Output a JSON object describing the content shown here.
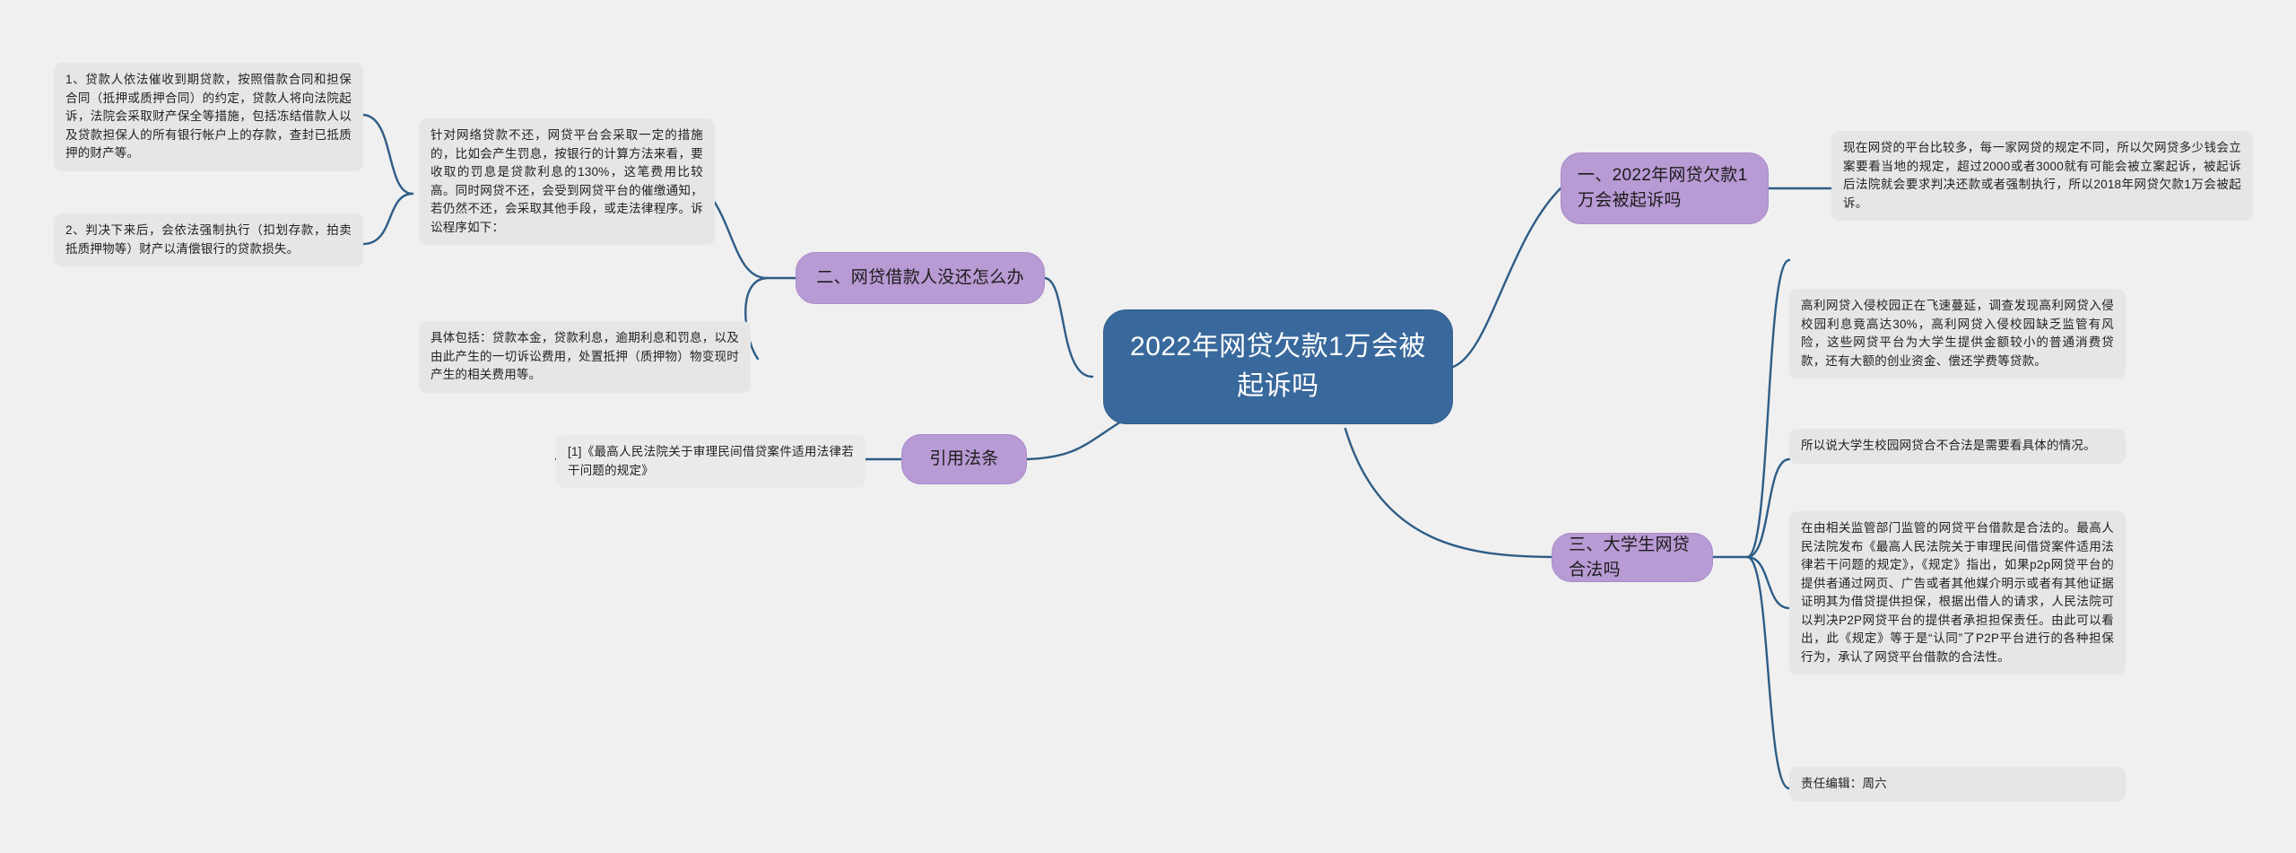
{
  "mindmap": {
    "root": {
      "label": "2022年网贷欠款1万会被起诉吗"
    },
    "branches": [
      {
        "id": "branch-1",
        "label": "一、2022年网贷欠款1万会被起诉吗"
      },
      {
        "id": "branch-2",
        "label": "二、网贷借款人没还怎么办"
      },
      {
        "id": "branch-3",
        "label": "引用法条"
      },
      {
        "id": "branch-4",
        "label": "三、大学生网贷合法吗"
      }
    ],
    "leaves": [
      {
        "id": "leaf-left-1",
        "text": "1、贷款人依法催收到期贷款，按照借款合同和担保合同（抵押或质押合同）的约定，贷款人将向法院起诉，法院会采取财产保全等措施，包括冻结借款人以及贷款担保人的所有银行帐户上的存款，查封已抵质押的财产等。"
      },
      {
        "id": "leaf-left-2",
        "text": "2、判决下来后，会依法强制执行（扣划存款，拍卖抵质押物等）财产以清偿银行的贷款损失。"
      },
      {
        "id": "leaf-mid-1",
        "text": "针对网络贷款不还，网贷平台会采取一定的措施的，比如会产生罚息，按银行的计算方法来看，要收取的罚息是贷款利息的130%，这笔费用比较高。同时网贷不还，会受到网贷平台的催缴通知，若仍然不还，会采取其他手段，或走法律程序。诉讼程序如下："
      },
      {
        "id": "leaf-mid-2",
        "text": "具体包括：贷款本金，贷款利息，逾期利息和罚息，以及由此产生的一切诉讼费用，处置抵押（质押物）物变现时产生的相关费用等。"
      },
      {
        "id": "leaf-mid-3",
        "text": "[1]《最高人民法院关于审理民间借贷案件适用法律若干问题的规定》"
      },
      {
        "id": "leaf-right-1",
        "text": "现在网贷的平台比较多，每一家网贷的规定不同，所以欠网贷多少钱会立案要看当地的规定，超过2000或者3000就有可能会被立案起诉，被起诉后法院就会要求判决还款或者强制执行，所以2018年网贷欠款1万会被起诉。"
      },
      {
        "id": "leaf-right-2",
        "text": "高利网贷入侵校园正在飞速蔓延，调查发现高利网贷入侵校园利息竟高达30%，高利网贷入侵校园缺乏监管有风险，这些网贷平台为大学生提供金额较小的普通消费贷款，还有大额的创业资金、偿还学费等贷款。"
      },
      {
        "id": "leaf-right-3",
        "text": "所以说大学生校园网贷合不合法是需要看具体的情况。"
      },
      {
        "id": "leaf-right-4",
        "text": "在由相关监管部门监管的网贷平台借款是合法的。最高人民法院发布《最高人民法院关于审理民间借贷案件适用法律若干问题的规定》，《规定》指出，如果p2p网贷平台的提供者通过网页、广告或者其他媒介明示或者有其他证据证明其为借贷提供担保，根据出借人的请求，人民法院可以判决P2P网贷平台的提供者承担担保责任。由此可以看出，此《规定》等于是“认同”了P2P平台进行的各种担保行为，承认了网贷平台借款的合法性。"
      },
      {
        "id": "leaf-right-5",
        "text": "责任编辑：周六"
      }
    ],
    "colors": {
      "background": "#f0f0f0",
      "root_fill": "#39699c",
      "root_text": "#ffffff",
      "branch_fill": "#b89ad4",
      "leaf_fill": "#e6e6e6",
      "edge_stroke": "#2e5d86"
    }
  }
}
